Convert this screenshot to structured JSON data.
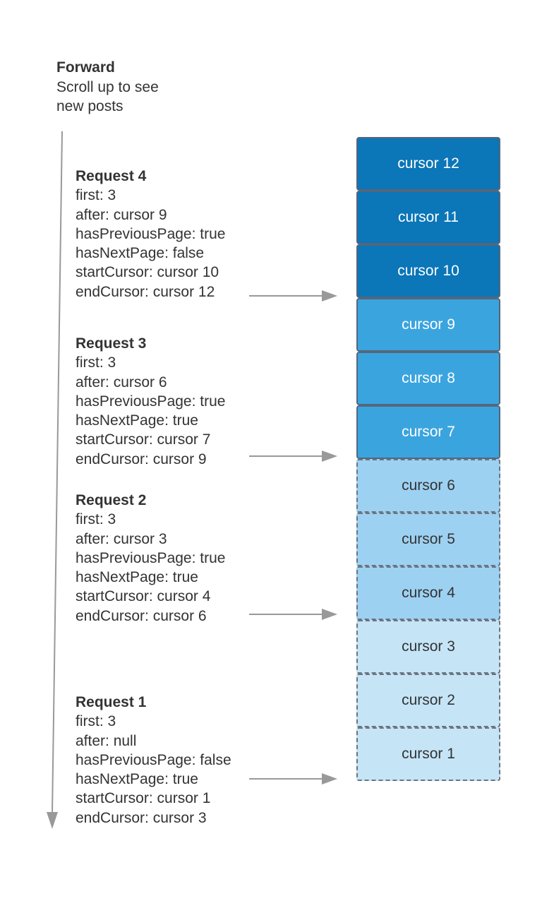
{
  "header": {
    "title": "Forward",
    "subtitle_lines": [
      "Scroll up to see",
      "new posts"
    ]
  },
  "requests": [
    {
      "title": "Request 4",
      "lines": [
        "first: 3",
        "after: cursor 9",
        "hasPreviousPage: true",
        "hasNextPage: false",
        "startCursor: cursor 10",
        "endCursor: cursor 12"
      ]
    },
    {
      "title": "Request 3",
      "lines": [
        "first: 3",
        "after: cursor 6",
        "hasPreviousPage: true",
        "hasNextPage: true",
        "startCursor: cursor 7",
        "endCursor: cursor 9"
      ]
    },
    {
      "title": "Request 2",
      "lines": [
        "first: 3",
        "after: cursor 3",
        "hasPreviousPage: true",
        "hasNextPage: true",
        "startCursor: cursor 4",
        "endCursor: cursor 6"
      ]
    },
    {
      "title": "Request 1",
      "lines": [
        "first: 3",
        "after: null",
        "hasPreviousPage: false",
        "hasNextPage: true",
        "startCursor: cursor 1",
        "endCursor: cursor 3"
      ]
    }
  ],
  "cursors": [
    {
      "label": "cursor 12",
      "tier": "dark"
    },
    {
      "label": "cursor 11",
      "tier": "dark"
    },
    {
      "label": "cursor 10",
      "tier": "dark"
    },
    {
      "label": "cursor 9",
      "tier": "mid"
    },
    {
      "label": "cursor 8",
      "tier": "mid"
    },
    {
      "label": "cursor 7",
      "tier": "mid"
    },
    {
      "label": "cursor 6",
      "tier": "light"
    },
    {
      "label": "cursor 5",
      "tier": "light"
    },
    {
      "label": "cursor 4",
      "tier": "light"
    },
    {
      "label": "cursor 3",
      "tier": "pale"
    },
    {
      "label": "cursor 2",
      "tier": "pale"
    },
    {
      "label": "cursor 1",
      "tier": "pale"
    }
  ],
  "colors": {
    "dark": "#0b76b8",
    "mid": "#3aa4df",
    "light": "#9dd1f2",
    "pale": "#c5e5f7",
    "arrow": "#999999"
  }
}
